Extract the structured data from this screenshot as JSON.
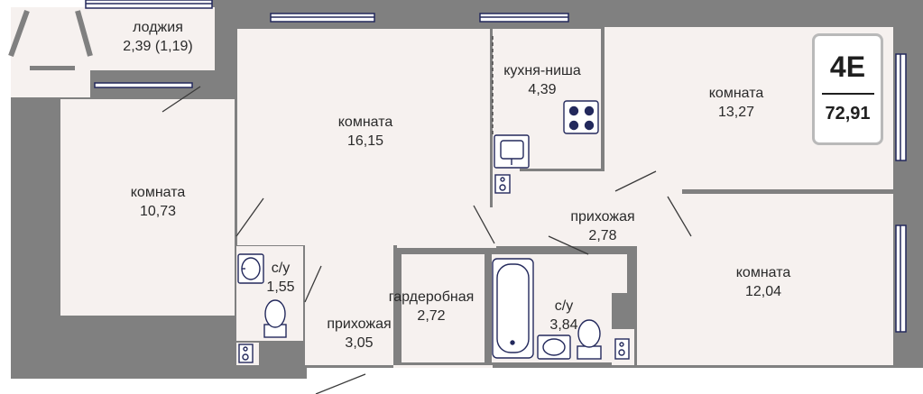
{
  "apartment": {
    "type": "4E",
    "total_area": "72,91"
  },
  "rooms": [
    {
      "id": "loggia",
      "name": "лоджия",
      "area": "2,39 (1,19)"
    },
    {
      "id": "room1",
      "name": "комната",
      "area": "10,73"
    },
    {
      "id": "room2",
      "name": "комната",
      "area": "16,15"
    },
    {
      "id": "kitchen",
      "name": "кухня-ниша",
      "area": "4,39"
    },
    {
      "id": "room3",
      "name": "комната",
      "area": "13,27"
    },
    {
      "id": "hall1",
      "name": "прихожая",
      "area": "2,78"
    },
    {
      "id": "room4",
      "name": "комната",
      "area": "12,04"
    },
    {
      "id": "bath1",
      "name": "с/у",
      "area": "1,55"
    },
    {
      "id": "hall2",
      "name": "прихожая",
      "area": "3,05"
    },
    {
      "id": "wardrobe",
      "name": "гардеробная",
      "area": "2,72"
    },
    {
      "id": "bath2",
      "name": "с/у",
      "area": "3,84"
    }
  ],
  "colors": {
    "wall": "#808080",
    "floor": "#f6f1ef",
    "outside": "#ffffff",
    "fixture": "#23295c",
    "badge_border": "#b9b9b9"
  }
}
